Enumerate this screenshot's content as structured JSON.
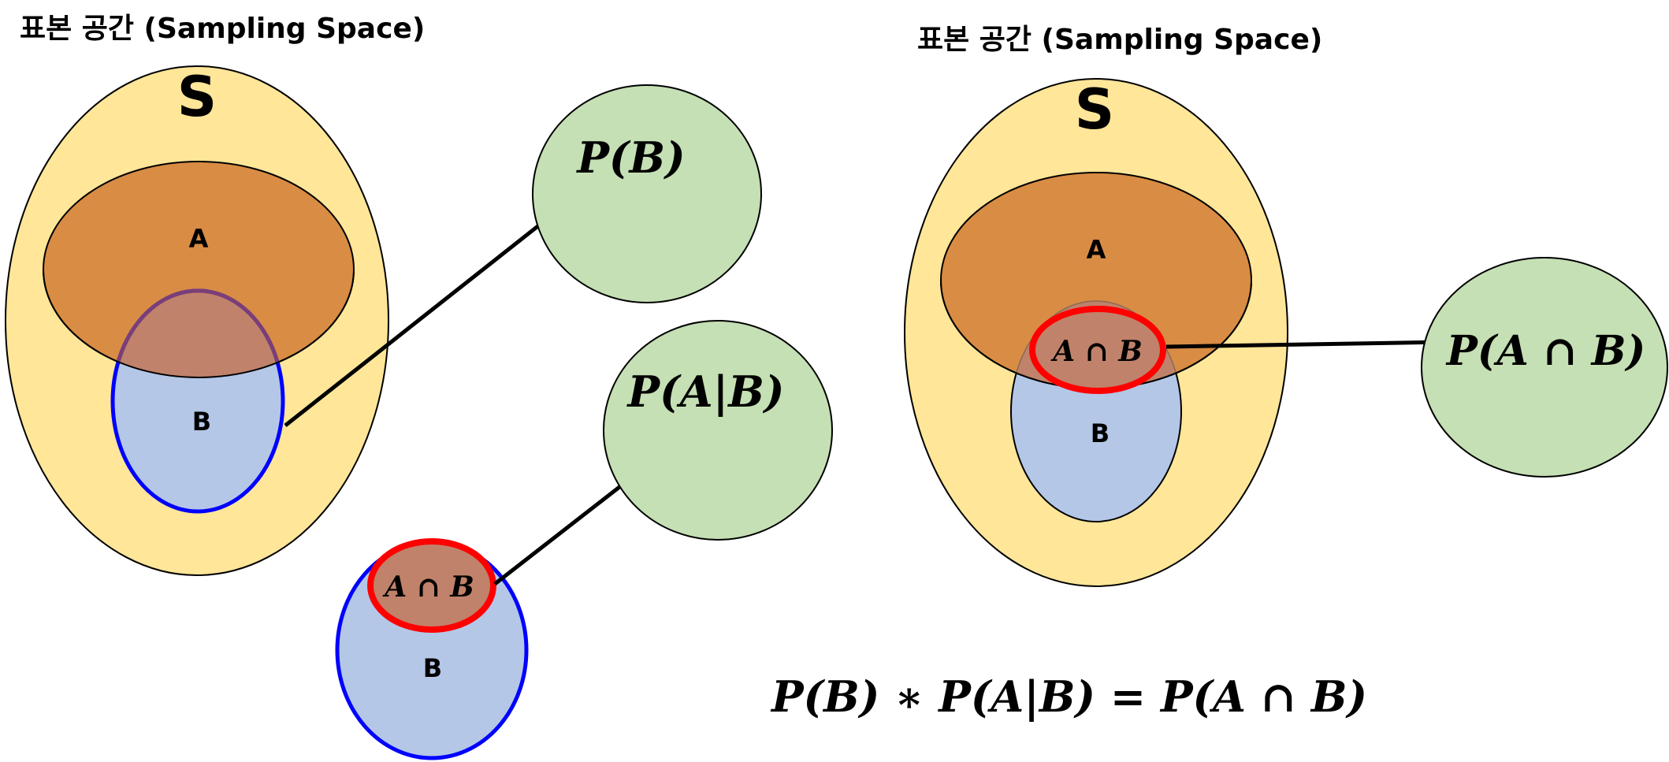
{
  "left_panel": {
    "title": "표본 공간 (Sampling Space)",
    "sample_space_label": "S",
    "set_a_label": "A",
    "set_b_label": "B"
  },
  "right_panel": {
    "title": "표본 공간 (Sampling Space)",
    "sample_space_label": "S",
    "set_a_label": "A",
    "set_b_label": "B",
    "intersection_label": "A ∩ B"
  },
  "isolated_b": {
    "set_b_label": "B",
    "intersection_label": "A ∩ B"
  },
  "outcomes": {
    "p_b": "P(B)",
    "p_a_given_b": "P(A|B)",
    "p_a_and_b": "P(A ∩ B)"
  },
  "formula": "P(B) ∗ P(A|B) = P(A ∩ B)",
  "colors": {
    "sample_space": "#FFE699",
    "set_a": "#D98C44",
    "set_b": "#B4C7E7",
    "intersection": "#C0826A",
    "outcome": "#C5E0B4",
    "b_outline": "#0000FF",
    "intersection_outline": "#FF0000",
    "a_b_overlap_outline": "#7A3E78"
  }
}
